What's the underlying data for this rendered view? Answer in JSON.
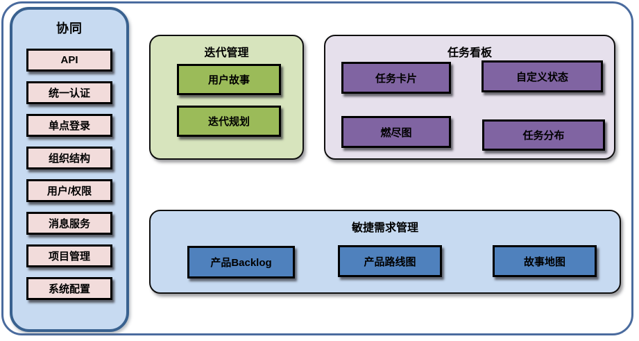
{
  "canvas": {
    "background": "#ffffff",
    "frame_border_color": "#4a6b9e"
  },
  "sidebar": {
    "title": "协同",
    "fill": "#c7daf1",
    "border_color": "#39618f",
    "item_fill": "#f2dcdb",
    "items": [
      "API",
      "统一认证",
      "单点登录",
      "组织结构",
      "用户/权限",
      "消息服务",
      "项目管理",
      "系统配置"
    ]
  },
  "iteration_group": {
    "title": "迭代管理",
    "fill": "#d7e4bd",
    "item_fill": "#9bbb59",
    "items": [
      "用户故事",
      "迭代规划"
    ]
  },
  "taskboard_group": {
    "title": "任务看板",
    "fill": "#e6e0ec",
    "item_fill": "#8064a2",
    "items": [
      "任务卡片",
      "自定义状态",
      "燃尽图",
      "任务分布"
    ]
  },
  "requirements_group": {
    "title": "敏捷需求管理",
    "fill": "#c7daf1",
    "item_fill": "#4f81bd",
    "items": [
      "产品Backlog",
      "产品路线图",
      "故事地图"
    ]
  }
}
